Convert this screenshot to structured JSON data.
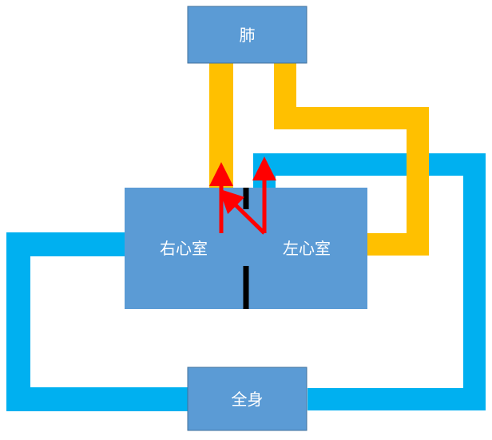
{
  "labels": {
    "lungs": "肺",
    "right_ventricle": "右心室",
    "left_ventricle": "左心室",
    "whole_body": "全身"
  },
  "colors": {
    "box_fill": "#5b9bd5",
    "box_stroke": "#41719c",
    "pulmonary_vessel": "#ffc000",
    "systemic_vessel": "#00b0f0",
    "septum": "#000000",
    "flow_arrow": "#ff0000",
    "label_text": "#ffffff"
  }
}
